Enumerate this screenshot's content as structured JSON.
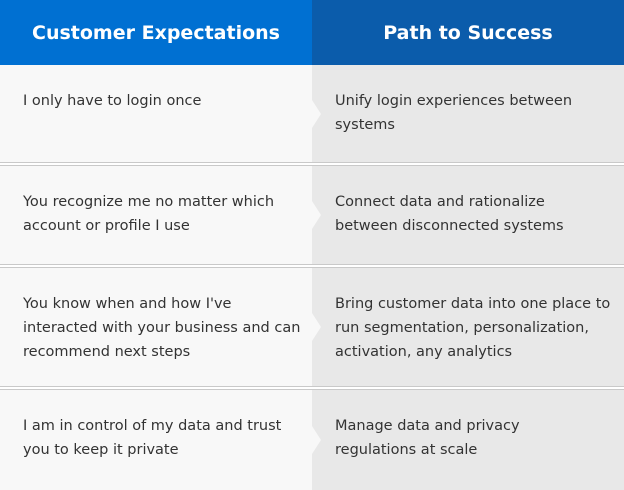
{
  "header": {
    "left": "Customer Expectations",
    "right": "Path to Success"
  },
  "rows": [
    {
      "expectation": "I only have to login once",
      "path": "Unify login experiences between systems"
    },
    {
      "expectation": "You recognize me no matter which account or profile I use",
      "path": "Connect data and rationalize between disconnected systems"
    },
    {
      "expectation": "You know when and how I've interacted with your business and can recommend next steps",
      "path": "Bring customer data into one place to run segmentation, personalization, activation, any analytics"
    },
    {
      "expectation": "I am in control of my data and trust you to keep it private",
      "path": "Manage data and privacy regulations at scale"
    }
  ],
  "colors": {
    "header_left": "#0070d2",
    "header_right": "#0b5cab"
  }
}
